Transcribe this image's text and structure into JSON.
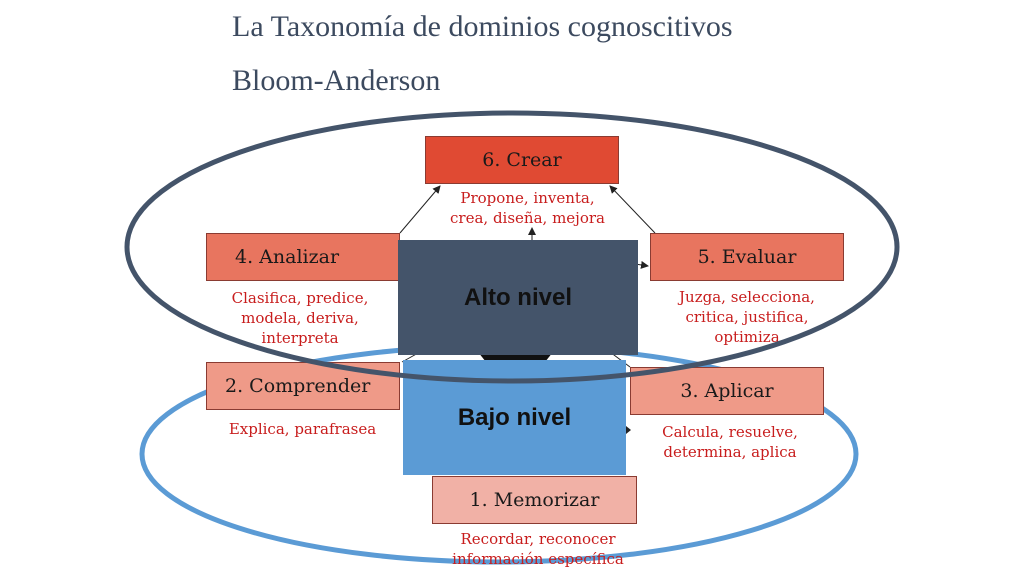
{
  "title": {
    "line1": "La Taxonomía de dominios cognoscitivos",
    "line2": "Bloom-Anderson"
  },
  "boxes": {
    "crear": "6. Crear",
    "analizar": "4. Analizar",
    "evaluar": "5. Evaluar",
    "comprender": "2. Comprender",
    "aplicar": "3. Aplicar",
    "memorizar": "1. Memorizar"
  },
  "descriptions": {
    "crear": [
      "Propone, inventa,",
      "crea, diseña, mejora"
    ],
    "analizar": [
      "Clasifica, predice,",
      "modela, deriva,",
      "interpreta"
    ],
    "evaluar": [
      "Juzga, selecciona,",
      "critica, justifica,",
      "optimiza"
    ],
    "comprender": [
      "Explica, parafrasea"
    ],
    "aplicar": [
      "Calcula, resuelve,",
      "determina, aplica"
    ],
    "memorizar": [
      "Recordar, reconocer",
      "información específica"
    ]
  },
  "levels": {
    "alto": "Alto nivel",
    "bajo": "Bajo nivel"
  },
  "colors": {
    "title": "#3c4a5f",
    "crear": "#e04a33",
    "analizar_evaluar": "#e8755f",
    "comprender_aplicar": "#ef9a88",
    "memorizar": "#f1b1a6",
    "description_text": "#c81d1d",
    "alto_nivel": "#44546a",
    "bajo_nivel": "#5b9bd5",
    "upper_ellipse": "#44546a",
    "lower_ellipse": "#5b9bd5"
  }
}
